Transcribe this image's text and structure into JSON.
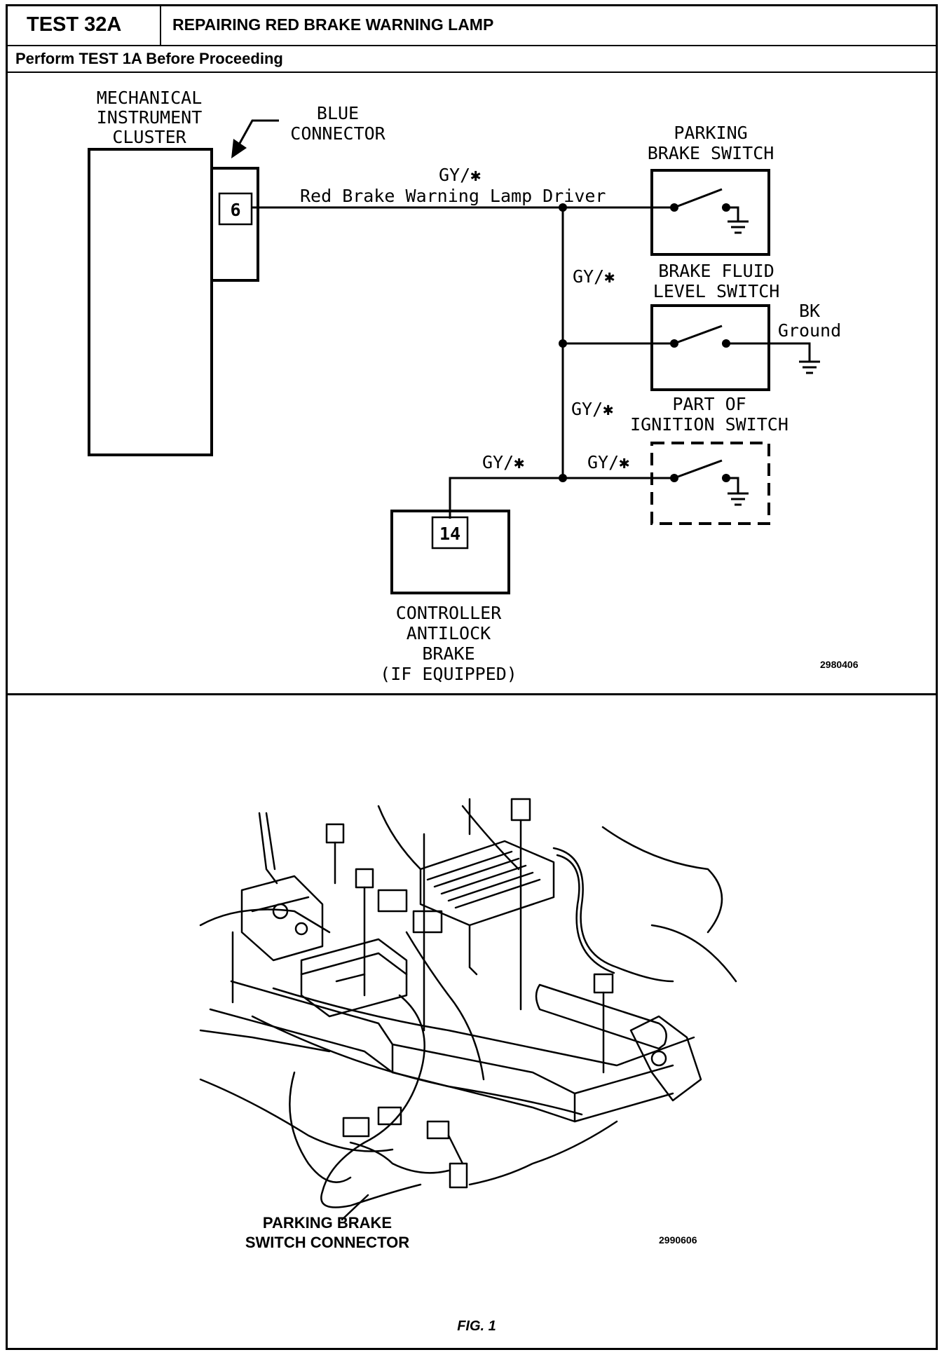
{
  "header": {
    "test_id": "TEST 32A",
    "title": "REPAIRING RED BRAKE WARNING LAMP",
    "subtitle": "Perform TEST 1A Before Proceeding"
  },
  "schematic": {
    "cluster_label": [
      "MECHANICAL",
      "INSTRUMENT",
      "CLUSTER"
    ],
    "blue_connector_label": [
      "BLUE",
      "CONNECTOR"
    ],
    "cluster_pin": "6",
    "wire_color": "GY/✱",
    "wire_color_right": "GY/✱",
    "wire_color_lower": "GY/✱",
    "wire_color_abs": "GY/✱",
    "wire_color_ign": "GY/✱",
    "driver_label": "Red Brake Warning Lamp Driver",
    "parking_switch_label": [
      "PARKING",
      "BRAKE SWITCH"
    ],
    "fluid_switch_label": [
      "BRAKE FLUID",
      "LEVEL SWITCH"
    ],
    "ground_label": [
      "BK",
      "Ground"
    ],
    "ignition_label": [
      "PART OF",
      "IGNITION SWITCH"
    ],
    "abs_pin": "14",
    "abs_label": [
      "CONTROLLER",
      "ANTILOCK",
      "BRAKE",
      "(IF EQUIPPED)"
    ],
    "diagram_code": "2980406"
  },
  "illustration": {
    "callout": [
      "PARKING BRAKE",
      "SWITCH CONNECTOR"
    ],
    "diagram_code": "2990606",
    "figure_caption": "FIG. 1"
  }
}
